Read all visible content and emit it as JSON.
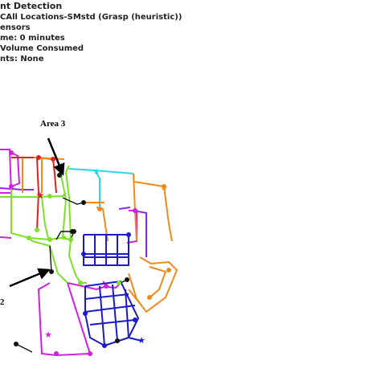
{
  "header": {
    "title": "nt Detection",
    "lines": [
      "CAll Locations-SMstd (Grasp (heuristic))",
      "ensors",
      "me: 0 minutes",
      " Volume Consumed",
      "nts: None"
    ]
  },
  "annotations": {
    "area_3": "Area 3",
    "area_2": "2"
  },
  "colors": {
    "magenta": "#d21ee0",
    "purple": "#8a2be2",
    "red": "#e02020",
    "green": "#7ee02a",
    "cyan": "#2ad8e8",
    "orange": "#f08a1a",
    "blue": "#1a1ac8",
    "black": "#111111"
  },
  "icons": [
    "arrow-icon",
    "star-marker-icon",
    "node-marker-icon"
  ]
}
